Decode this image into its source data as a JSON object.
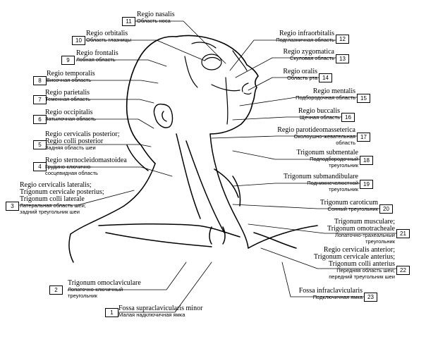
{
  "labels": [
    {
      "num": "1",
      "lat": [
        "Fossa supraclavicularis minor"
      ],
      "ru": [
        "Малая надключичная ямка"
      ]
    },
    {
      "num": "2",
      "lat": [
        "Trigonum omoclaviculare"
      ],
      "ru": [
        "Лопаточно-ключичный",
        "треугольник"
      ]
    },
    {
      "num": "3",
      "lat": [
        "Regio cervicalis lateralis;",
        "Trigonum cervicale posterius;",
        "Trigonum colli laterale"
      ],
      "ru": [
        "Латеральная область шеи;",
        "задний треугольник шеи"
      ]
    },
    {
      "num": "4",
      "lat": [
        "Regio sternocleidomastoidea"
      ],
      "ru": [
        "Грудино-ключично-",
        "сосцевидная область"
      ]
    },
    {
      "num": "5",
      "lat": [
        "Regio cervicalis posterior;",
        "Regio colli posterior"
      ],
      "ru": [
        "Задняя область шеи"
      ]
    },
    {
      "num": "6",
      "lat": [
        "Regio occipitalis"
      ],
      "ru": [
        "Затылочная область"
      ]
    },
    {
      "num": "7",
      "lat": [
        "Regio parietalis"
      ],
      "ru": [
        "Теменная область"
      ]
    },
    {
      "num": "8",
      "lat": [
        "Regio temporalis"
      ],
      "ru": [
        "Височная область"
      ]
    },
    {
      "num": "9",
      "lat": [
        "Regio frontalis"
      ],
      "ru": [
        "Лобная область"
      ]
    },
    {
      "num": "10",
      "lat": [
        "Regio orbitalis"
      ],
      "ru": [
        "Область глазницы"
      ]
    },
    {
      "num": "11",
      "lat": [
        "Regio nasalis"
      ],
      "ru": [
        "Область носа"
      ]
    },
    {
      "num": "12",
      "lat": [
        "Regio infraorbitalis"
      ],
      "ru": [
        "Подглазничная область"
      ]
    },
    {
      "num": "13",
      "lat": [
        "Regio zygomatica"
      ],
      "ru": [
        "Скуловая область"
      ]
    },
    {
      "num": "14",
      "lat": [
        "Regio oralis"
      ],
      "ru": [
        "Область рта"
      ]
    },
    {
      "num": "15",
      "lat": [
        "Regio mentalis"
      ],
      "ru": [
        "Подбородочная область"
      ]
    },
    {
      "num": "16",
      "lat": [
        "Regio buccalis"
      ],
      "ru": [
        "Щечная область"
      ]
    },
    {
      "num": "17",
      "lat": [
        "Regio parotideomasseterica"
      ],
      "ru": [
        "Околоушно-жевательная",
        "область"
      ]
    },
    {
      "num": "18",
      "lat": [
        "Trigonum submentale"
      ],
      "ru": [
        "Подподбородочный",
        "треугольник"
      ]
    },
    {
      "num": "19",
      "lat": [
        "Trigonum submandibulare"
      ],
      "ru": [
        "Поднижнечелюстной",
        "треугольник"
      ]
    },
    {
      "num": "20",
      "lat": [
        "Trigonum caroticum"
      ],
      "ru": [
        "Сонный треугольник"
      ]
    },
    {
      "num": "21",
      "lat": [
        "Trigonum musculare;",
        "Trigonum omotracheale"
      ],
      "ru": [
        "Лопаточно-трахеальный",
        "треугольник"
      ]
    },
    {
      "num": "22",
      "lat": [
        "Regio cervicalis anterior;",
        "Trigonum cervicale anterius;",
        "Trigonum colli anterius"
      ],
      "ru": [
        "Передняя область шеи;",
        "передний треугольник шеи"
      ]
    },
    {
      "num": "23",
      "lat": [
        "Fossa infraclavicularis"
      ],
      "ru": [
        "Подключичная ямка"
      ]
    }
  ]
}
